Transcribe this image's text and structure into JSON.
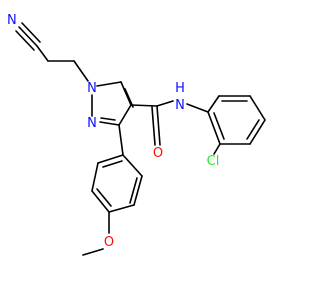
{
  "molecule": {
    "atom_colors": {
      "N": "#1010ff",
      "O": "#ff0d0d",
      "Cl": "#1ff01f",
      "C": "#000000"
    },
    "labels": {
      "nitrile_n": "N",
      "pyrazole_n1": "N",
      "pyrazole_n2": "N",
      "amide_nh": "N",
      "amide_h": "H",
      "carbonyl_o": "O",
      "chloro": "Cl",
      "methoxy_o": "O"
    }
  }
}
